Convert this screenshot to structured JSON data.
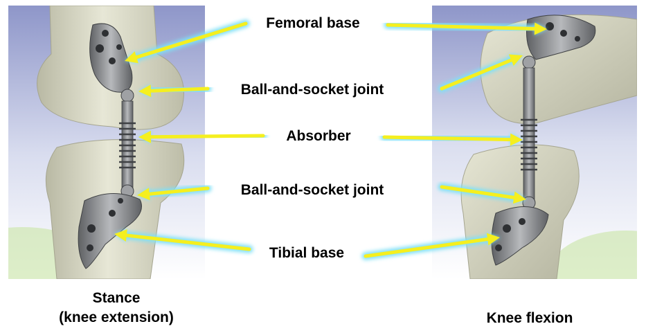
{
  "labels": {
    "femoral_base": "Femoral base",
    "ball_socket_upper": "Ball-and-socket joint",
    "absorber": "Absorber",
    "ball_socket_lower": "Ball-and-socket joint",
    "tibial_base": "Tibial base"
  },
  "captions": {
    "left_line1": "Stance",
    "left_line2": "(knee extension)",
    "right": "Knee flexion"
  },
  "colors": {
    "arrow": "#f5ef1f",
    "arrow_glow": "#7fe0f5",
    "bone": "#d9d9c5",
    "implant": "#8a8c8f"
  }
}
